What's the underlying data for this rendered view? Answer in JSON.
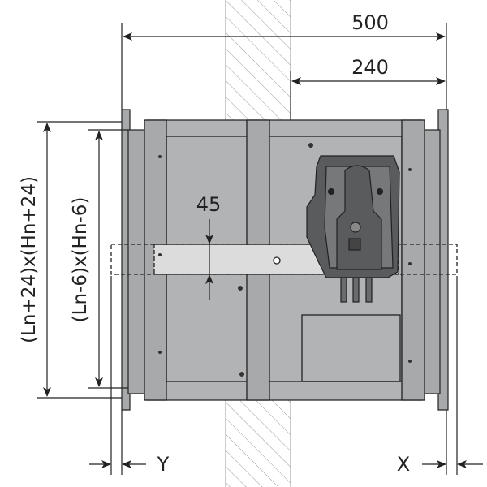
{
  "dimensions": {
    "overall_depth": "500",
    "wall_offset": "240",
    "outer_size": "(Ln+24)x(Hn+24)",
    "inner_size": "(Ln-6)x(Hn-6)",
    "slot_height": "45",
    "left_clearance": "Y",
    "right_clearance": "X"
  },
  "colors": {
    "body": "#b2b3b5",
    "frame": "#a8a9ab",
    "actuator": "#5a5b5d",
    "strip": "#dcdcdc",
    "line": "#222222"
  }
}
